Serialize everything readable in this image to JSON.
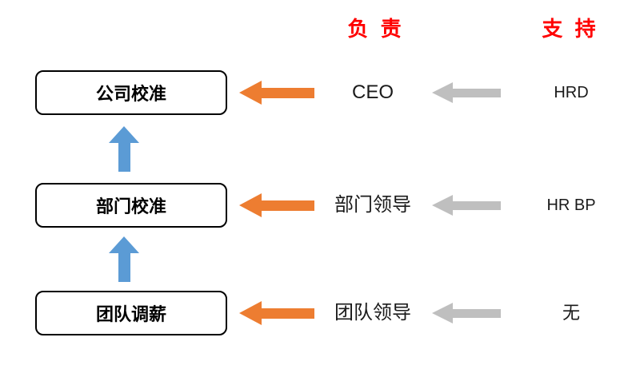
{
  "headers": {
    "responsible": "负 责",
    "support": "支 持"
  },
  "rows": [
    {
      "stage": "公司校准",
      "responsible": "CEO",
      "support": "HRD"
    },
    {
      "stage": "部门校准",
      "responsible": "部门领导",
      "support": "HR BP"
    },
    {
      "stage": "团队调薪",
      "responsible": "团队领导",
      "support": "无"
    }
  ],
  "icons": {
    "flow_arrow": "up-arrow-icon",
    "responsible_arrow": "left-arrow-icon",
    "support_arrow": "left-arrow-icon"
  },
  "colors": {
    "header_text": "#FF0000",
    "responsible_arrow": "#ED7D31",
    "support_arrow": "#BFBFBF",
    "flow_arrow": "#5B9BD5",
    "box_border": "#000000",
    "background": "#FFFFFF"
  }
}
